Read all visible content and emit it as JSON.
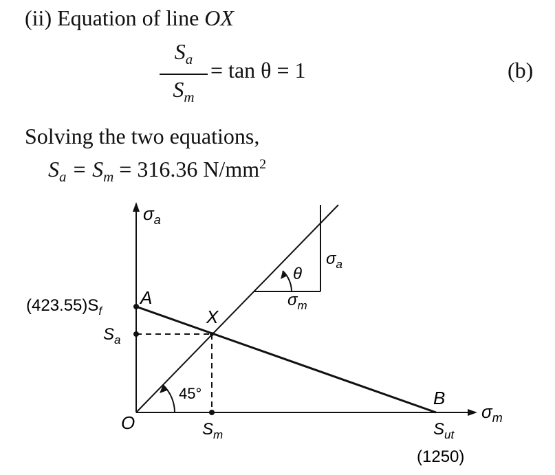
{
  "heading": {
    "prefix": "(ii) Equation of line ",
    "line_name": "OX"
  },
  "equation_b": {
    "numerator": "S",
    "numerator_sub": "a",
    "denominator": "S",
    "denominator_sub": "m",
    "rhs": "= tan θ = 1",
    "label": "(b)"
  },
  "solving": {
    "text": "Solving the two equations,",
    "result_lhs": "S",
    "result_lhs_sub": "a",
    "result_eq": " = S",
    "result_mid_sub": "m",
    "result_value": " = 316.36 N/mm",
    "result_power": "2"
  },
  "diagram": {
    "y_axis_label": "σ",
    "y_axis_label_sub": "a",
    "x_axis_label": "σ",
    "x_axis_label_sub": "m",
    "origin_label": "O",
    "point_a_label": "A",
    "point_a_value": "(423.55)S",
    "point_a_value_sub": "f",
    "point_x_label": "X",
    "point_b_label": "B",
    "point_b_value_name": "S",
    "point_b_value_sub": "ut",
    "point_b_value": "(1250)",
    "sa_tick_label": "S",
    "sa_tick_sub": "a",
    "sm_tick_label": "S",
    "sm_tick_sub": "m",
    "angle_label": "45°",
    "inset_theta_label": "θ",
    "inset_vertical_label": "σ",
    "inset_vertical_sub": "a",
    "inset_horizontal_label": "σ",
    "inset_horizontal_sub": "m",
    "sut_value": 1250,
    "sf_value": 423.55,
    "sa_value": 316.36,
    "sm_value": 316.36,
    "oX_slope_angle_deg": 45
  }
}
